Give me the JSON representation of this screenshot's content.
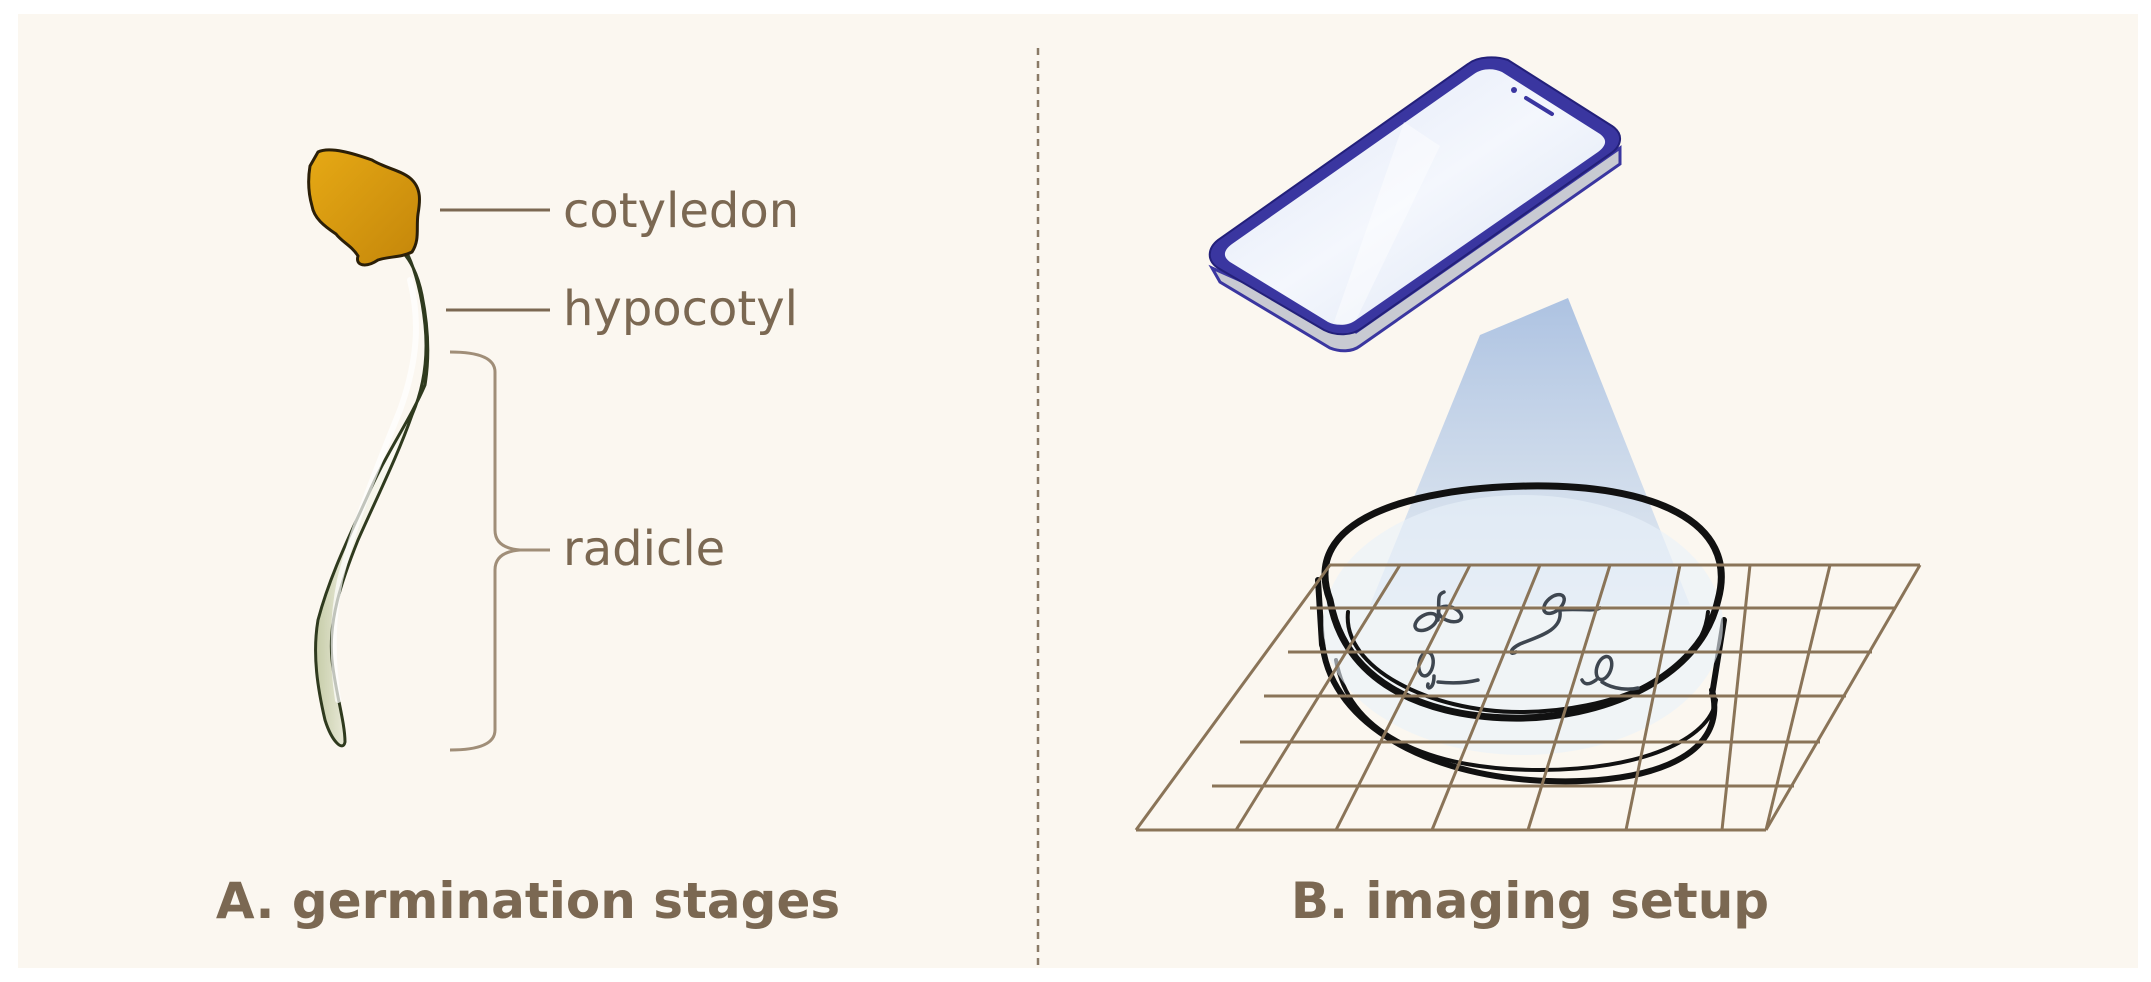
{
  "panel_a": {
    "caption": "A. germination stages",
    "labels": {
      "cotyledon": "cotyledon",
      "hypocotyl": "hypocotyl",
      "radicle": "radicle"
    }
  },
  "panel_b": {
    "caption": "B. imaging setup"
  },
  "colors": {
    "background": "#fbf7f0",
    "label_text": "#7b6852",
    "divider": "#8a7a66",
    "cotyledon": "#d99a10",
    "seedling_body": "#f3f2e6",
    "phone_frame": "#3a36a0",
    "phone_screen": "#e6ecf8",
    "light_beam": "#a9c2e3",
    "grid": "#8a7458",
    "dish_outline": "#111111"
  }
}
